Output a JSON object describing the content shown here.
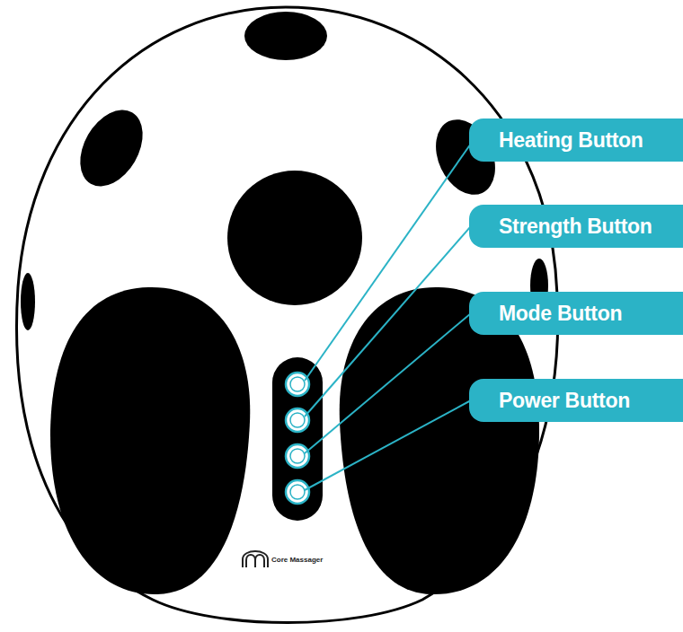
{
  "diagram": {
    "nodes": [
      {
        "text": [
          "Heating Button"
        ]
      },
      {
        "text": [
          "Strength Button"
        ]
      },
      {
        "text": [
          "Mode Button"
        ]
      },
      {
        "text": [
          "Power Button"
        ]
      }
    ],
    "labels": [
      "Core Massager"
    ]
  }
}
